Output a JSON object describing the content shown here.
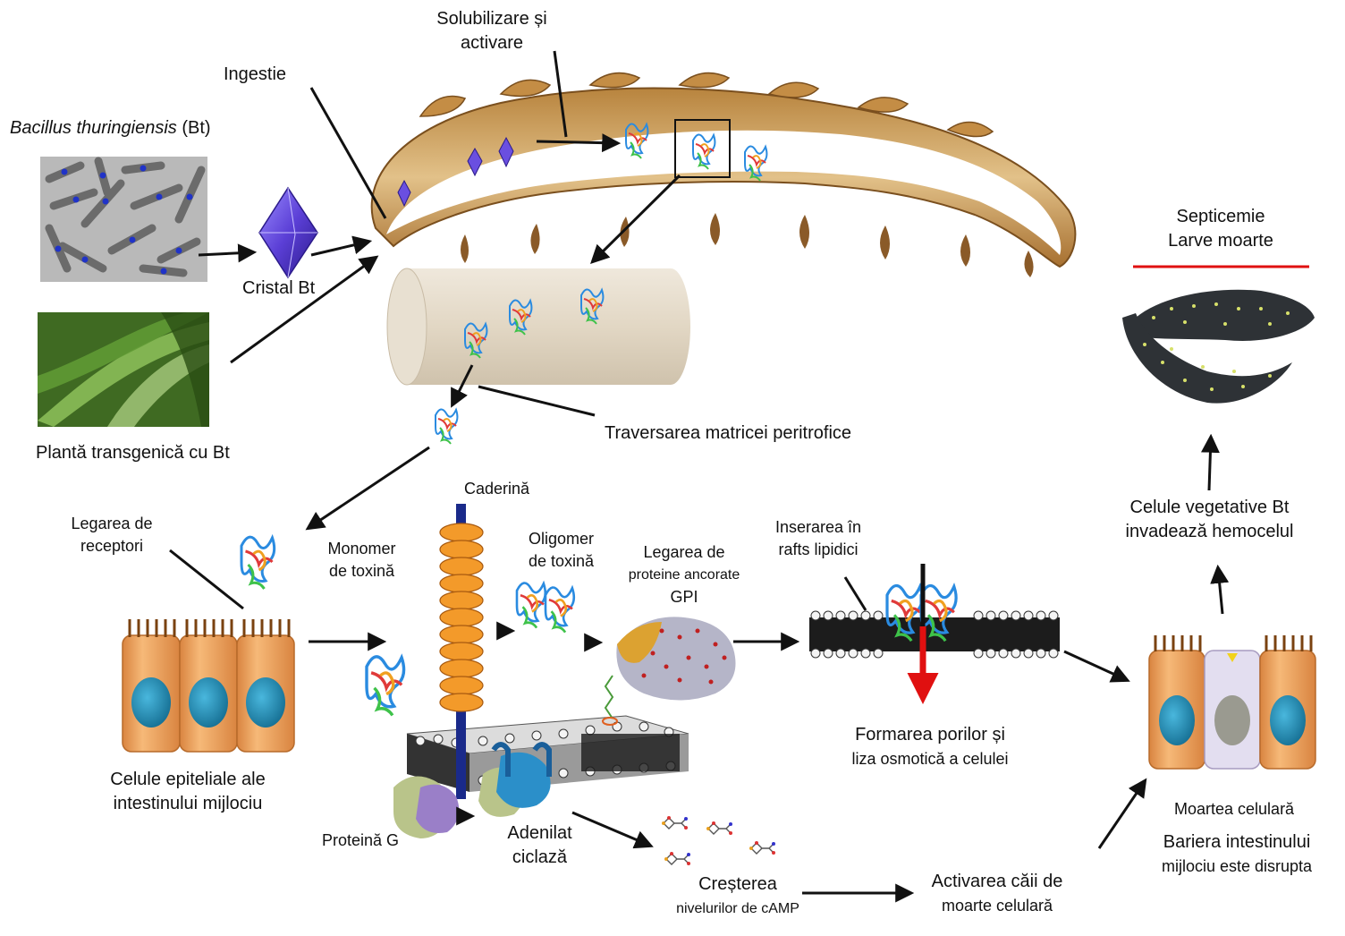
{
  "labels": {
    "bt_name_italic": "Bacillus thuringiensis",
    "bt_name_suffix": " (Bt)",
    "ingestion": "Ingestie",
    "solubilization_line1": "Solubilizare și",
    "solubilization_line2": "activare",
    "crystal": "Cristal Bt",
    "transgenic_plant": "Plantă transgenică cu Bt",
    "peritrophic": "Traversarea matricei peritrofice",
    "septicemia_line1": "Septicemie",
    "septicemia_line2": "Larve moarte",
    "vegetative_line1": "Celule vegetative Bt",
    "vegetative_line2": "invadează hemocelul",
    "receptor_line1": "Legarea de",
    "receptor_line2": "receptori",
    "monomer_line1": "Monomer",
    "monomer_line2": "de toxină",
    "cadherin": "Caderină",
    "oligomer_line1": "Oligomer",
    "oligomer_line2": "de toxină",
    "gpi_line1": "Legarea de",
    "gpi_line2": "proteine ancorate",
    "gpi_line3": "GPI",
    "rafts_line1": "Inserarea în",
    "rafts_line2": "rafts lipidici",
    "pore_line1": "Formarea porilor și",
    "pore_line2": "liza osmotică a celulei",
    "epithelial_line1": "Celule epiteliale ale",
    "epithelial_line2": "intestinului mijlociu",
    "gprotein": "Proteină G",
    "adenylate_line1": "Adenilat",
    "adenylate_line2": "ciclază",
    "camp_line1": "Creșterea",
    "camp_line2": "nivelurilor de cAMP",
    "death_pathway_line1": "Activarea căii de",
    "death_pathway_line2": "moarte celulară",
    "cell_death": "Moartea celulară",
    "barrier_line1": "Bariera intestinului",
    "barrier_line2": "mijlociu este disrupta"
  },
  "colors": {
    "crystal": "#6a4fe0",
    "larva": "#c99a52",
    "dead_larva": "#2e3236",
    "cell": "#f0a860",
    "nucleus": "#1f8fb8",
    "cadherin": "#f39a2a",
    "cadherin_stem": "#1a2a8a",
    "pore_arrow": "#e01010",
    "septicemia_line": "#e01010"
  },
  "icons": [
    "bacteria-micrograph",
    "plant-photo",
    "bt-crystal-icon",
    "larva-image",
    "toxin-protein-icon",
    "membrane-bilayer",
    "epithelial-cell",
    "dead-larva-image",
    "camp-molecule-icon"
  ]
}
